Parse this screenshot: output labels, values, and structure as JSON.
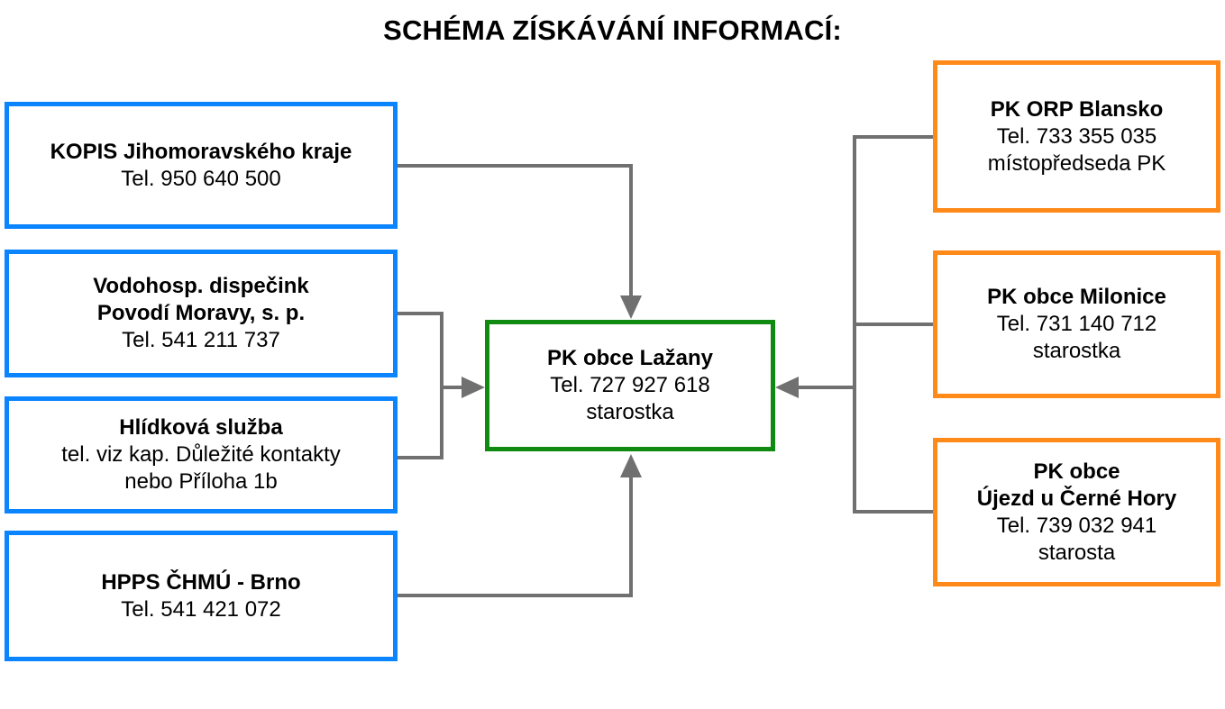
{
  "title": "SCHÉMA ZÍSKÁVÁNÍ INFORMACÍ:",
  "colors": {
    "left_border": "#0a84ff",
    "right_border": "#ff8a1a",
    "center_border": "#108a10",
    "connector": "#707070"
  },
  "left_boxes": [
    {
      "lines": [
        {
          "text": "KOPIS Jihomoravského kraje",
          "bold": true
        },
        {
          "text": "Tel. 950 640 500",
          "bold": false
        }
      ]
    },
    {
      "lines": [
        {
          "text": "Vodohosp. dispečink",
          "bold": true
        },
        {
          "text": "Povodí Moravy, s. p.",
          "bold": true
        },
        {
          "text": "Tel. 541 211 737",
          "bold": false
        }
      ]
    },
    {
      "lines": [
        {
          "text": "Hlídková služba",
          "bold": true
        },
        {
          "text": "tel. viz kap. Důležité kontakty",
          "bold": false
        },
        {
          "text": "nebo Příloha 1b",
          "bold": false
        }
      ]
    },
    {
      "lines": [
        {
          "text": "HPPS ČHMÚ - Brno",
          "bold": true
        },
        {
          "text": "Tel. 541 421 072",
          "bold": false
        }
      ]
    }
  ],
  "center_box": {
    "lines": [
      {
        "text": "PK obce Lažany",
        "bold": true
      },
      {
        "text": "Tel. 727 927 618",
        "bold": false
      },
      {
        "text": "starostka",
        "bold": false
      }
    ]
  },
  "right_boxes": [
    {
      "lines": [
        {
          "text": "PK ORP Blansko",
          "bold": true
        },
        {
          "text": "Tel. 733 355 035",
          "bold": false
        },
        {
          "text": "místopředseda PK",
          "bold": false
        }
      ]
    },
    {
      "lines": [
        {
          "text": "PK obce Milonice",
          "bold": true
        },
        {
          "text": "Tel. 731 140 712",
          "bold": false
        },
        {
          "text": "starostka",
          "bold": false
        }
      ]
    },
    {
      "lines": [
        {
          "text": "PK obce",
          "bold": true
        },
        {
          "text": "Újezd u Černé Hory",
          "bold": true
        },
        {
          "text": "Tel. 739 032 941",
          "bold": false
        },
        {
          "text": "starosta",
          "bold": false
        }
      ]
    }
  ]
}
